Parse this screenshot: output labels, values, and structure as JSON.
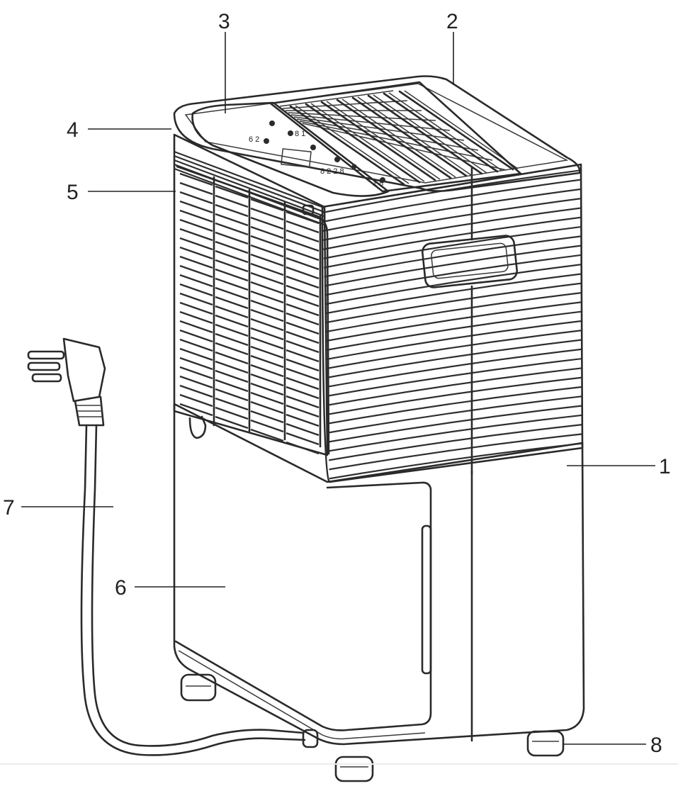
{
  "diagram": {
    "callouts": [
      {
        "id": "1",
        "label": "1"
      },
      {
        "id": "2",
        "label": "2"
      },
      {
        "id": "3",
        "label": "3"
      },
      {
        "id": "4",
        "label": "4"
      },
      {
        "id": "5",
        "label": "5"
      },
      {
        "id": "6",
        "label": "6"
      },
      {
        "id": "7",
        "label": "7"
      },
      {
        "id": "8",
        "label": "8"
      }
    ],
    "control_panel_marks": [
      "6 2",
      "8 1",
      "8 2 2 8",
      "1 8"
    ]
  }
}
